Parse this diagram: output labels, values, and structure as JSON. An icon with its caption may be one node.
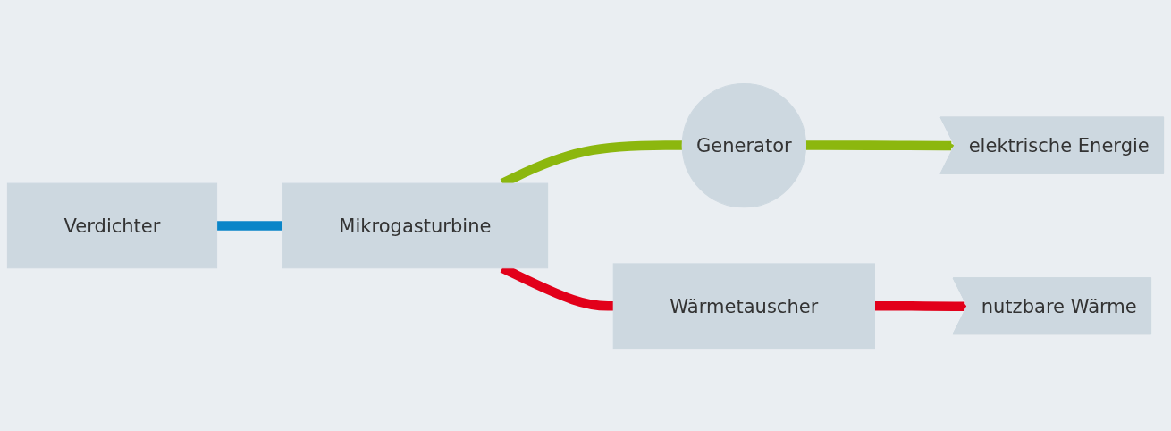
{
  "diagram": {
    "nodes": [
      {
        "text": [
          "Verdichter"
        ]
      },
      {
        "text": [
          "Mikrogasturbine"
        ]
      },
      {
        "text": [
          "Generator"
        ]
      },
      {
        "text": [
          "elektrische Energie"
        ]
      },
      {
        "text": [
          "Wärmetauscher"
        ]
      },
      {
        "text": [
          "nutzbare Wärme"
        ]
      }
    ],
    "edges": [
      {
        "from": 0,
        "to": 1,
        "arrow": "none",
        "color": "#0a85c8"
      },
      {
        "from": 1,
        "to": 2,
        "arrow": "none",
        "color": "#8cb70e"
      },
      {
        "from": 2,
        "to": 3,
        "arrow": "to",
        "color": "#8cb70e"
      },
      {
        "from": 1,
        "to": 4,
        "arrow": "none",
        "color": "#e2001a"
      },
      {
        "from": 4,
        "to": 5,
        "arrow": "to",
        "color": "#e2001a"
      }
    ]
  }
}
